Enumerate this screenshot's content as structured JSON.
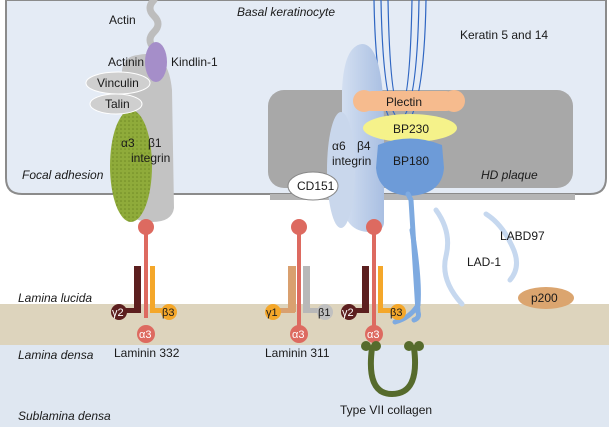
{
  "regions": {
    "cell": "Basal keratinocyte",
    "focal_adhesion": "Focal adhesion",
    "hd_plaque": "HD plaque",
    "lamina_lucida": "Lamina  lucida",
    "lamina_densa": "Lamina densa",
    "sublamina_densa": "Sublamina densa"
  },
  "labels": {
    "actin": "Actin",
    "actinin": "Actinin",
    "kindlin": "Kindlin-1",
    "vinculin": "Vinculin",
    "talin": "Talin",
    "a3": "α3",
    "b1": "β1",
    "integrin": "integrin",
    "keratin": "Keratin 5 and 14",
    "plectin": "Plectin",
    "bp230": "BP230",
    "a6": "α6",
    "b4": "β4",
    "integrin2": "integrin",
    "bp180": "BP180",
    "cd151": "CD151",
    "labd97": "LABD97",
    "lad1": "LAD-1",
    "p200": "p200",
    "laminin332": "Laminin 332",
    "laminin311": "Laminin 311",
    "collagen7": "Type VII collagen",
    "g2": "γ2",
    "b3": "β3",
    "a3_chain": "α3",
    "g1": "γ1",
    "b1_chain": "β1",
    "a3_chain2": "α3",
    "g2b": "γ2",
    "b3b": "β3",
    "a3_chain3": "α3"
  },
  "colors": {
    "cell_fill": "#e4ebf5",
    "lamina_densa": "#ddd4bd",
    "sublamina": "#dfe7f1",
    "plaque": "#a8a8a8",
    "integrin_grey": "#c3c3c3",
    "integrin_green": "#8fab3a",
    "kindlin": "#a58ec9",
    "integrin_blue": "#b9cbe7",
    "bp180": "#6d9bd8",
    "plectin": "#f6bb8e",
    "bp230": "#f5f28a",
    "laminin_red": "#dd6a60",
    "dark_brown": "#5c1f1f",
    "orange": "#f4a72a",
    "collagen_green": "#566b2c",
    "p200": "#dba56f"
  }
}
